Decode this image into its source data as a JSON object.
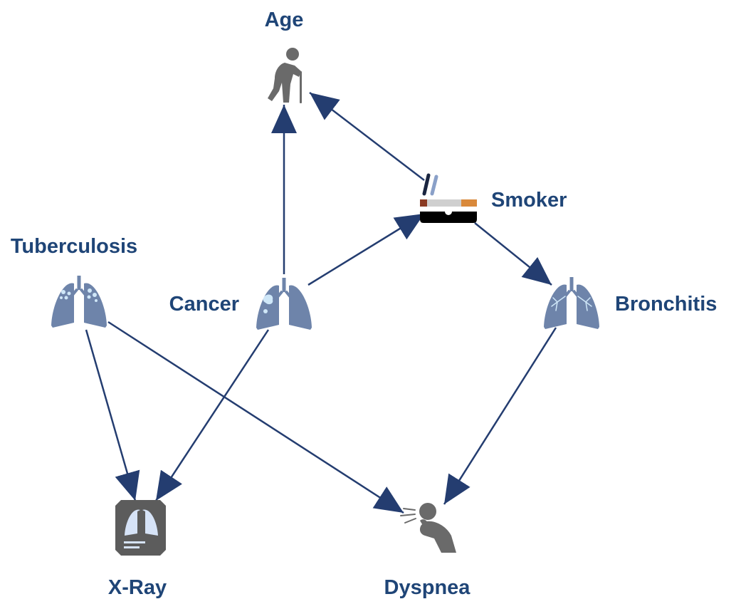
{
  "colors": {
    "label": "#1f4577",
    "edge": "#243d70",
    "lung": "#6e84aa",
    "lung_spots": "#cfe7f8",
    "figure_gray": "#6a6a6a",
    "xray_frame": "#5c5c5c",
    "xray_inner": "#d6e3f7",
    "cig_dark": "#1a2540",
    "cig_light": "#8aa0c8",
    "cig_filter": "#d9893b",
    "cig_tip": "#8a3a22",
    "cig_paper": "#cfcfcf"
  },
  "nodes": {
    "age": {
      "label": "Age",
      "icon": "elderly-person-icon"
    },
    "smoker": {
      "label": "Smoker",
      "icon": "cigarette-icon"
    },
    "tuberculosis": {
      "label": "Tuberculosis",
      "icon": "lungs-spots-icon"
    },
    "cancer": {
      "label": "Cancer",
      "icon": "lungs-tumor-icon"
    },
    "bronchitis": {
      "label": "Bronchitis",
      "icon": "lungs-bronchi-icon"
    },
    "xray": {
      "label": "X-Ray",
      "icon": "xray-film-icon"
    },
    "dyspnea": {
      "label": "Dyspnea",
      "icon": "coughing-person-icon"
    }
  },
  "edges": [
    {
      "from": "cancer",
      "to": "age"
    },
    {
      "from": "smoker",
      "to": "age"
    },
    {
      "from": "cancer",
      "to": "smoker"
    },
    {
      "from": "smoker",
      "to": "bronchitis"
    },
    {
      "from": "tuberculosis",
      "to": "xray"
    },
    {
      "from": "cancer",
      "to": "xray"
    },
    {
      "from": "tuberculosis",
      "to": "dyspnea"
    },
    {
      "from": "bronchitis",
      "to": "dyspnea"
    }
  ]
}
